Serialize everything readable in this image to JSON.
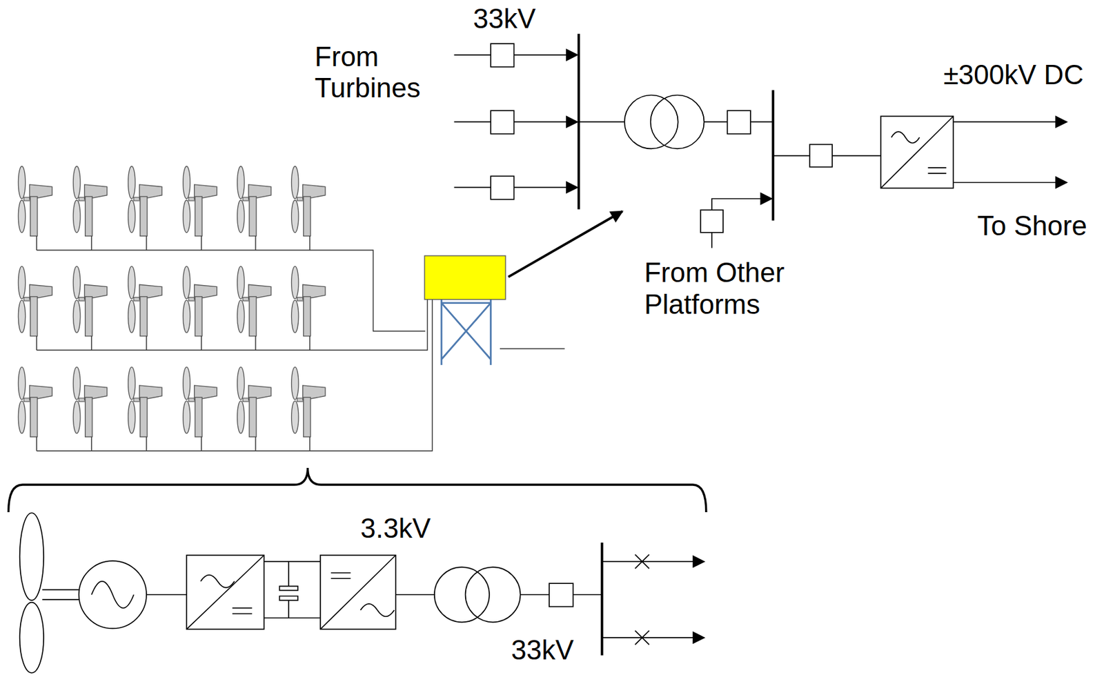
{
  "diagram": {
    "labels": [
      "33kV",
      "From Turbines",
      "±300kV DC",
      "To Shore",
      "From Other Platforms",
      "3.3kV",
      "33kV"
    ]
  }
}
